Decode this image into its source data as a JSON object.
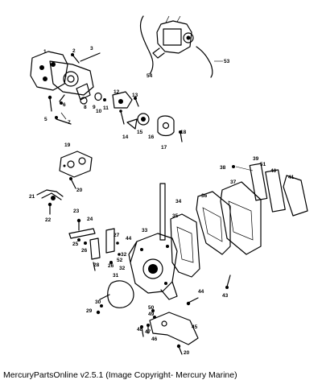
{
  "footer": {
    "caption": "MercuryPartsOnline v2.5.1 (Image Copyright- Mercury Marine)"
  },
  "diagram": {
    "callouts": [
      "1",
      "2",
      "3",
      "4",
      "5",
      "6",
      "7",
      "8",
      "9",
      "10",
      "11",
      "12",
      "13",
      "14",
      "15",
      "16",
      "17",
      "18",
      "19",
      "20",
      "21",
      "22",
      "23",
      "24",
      "25",
      "26",
      "27",
      "28",
      "29",
      "30",
      "31",
      "32",
      "33",
      "34",
      "35",
      "36",
      "37",
      "38",
      "39",
      "40",
      "41",
      "43",
      "44",
      "45",
      "46",
      "47",
      "48",
      "49",
      "50",
      "51",
      "52",
      "53",
      "54",
      "44",
      "20",
      "26",
      "32"
    ]
  }
}
